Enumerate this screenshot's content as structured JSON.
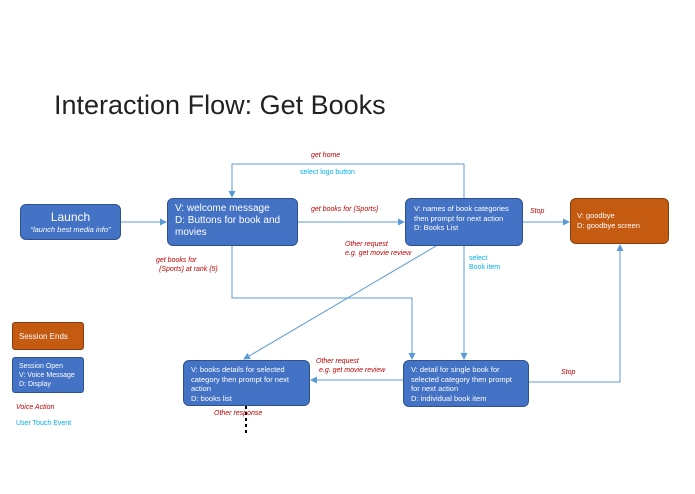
{
  "title": "Interaction Flow: Get Books",
  "nodes": {
    "launch": {
      "title": "Launch",
      "subtitle": "“launch best media info”"
    },
    "welcome": {
      "lines": [
        "V: welcome message",
        "D: Buttons for book and",
        "movies"
      ]
    },
    "names": {
      "lines": [
        "V: names of book  categories",
        "then prompt  for next action",
        "D: Books List"
      ]
    },
    "goodbye": {
      "lines": [
        "V: goodbye",
        "D: goodbye screen"
      ]
    },
    "books_details": {
      "lines": [
        "V: books  details for selected",
        "category then prompt  for next",
        "action",
        "D: books list"
      ]
    },
    "single": {
      "lines": [
        "V: detail for  single book for",
        "selected category then prompt",
        "for next action",
        "D: individual book  item"
      ]
    }
  },
  "edge_labels": {
    "get_home": "get home",
    "select_logo": "select logo button",
    "get_books_sports": "get books for  {Sports}",
    "stop_top": "Stop",
    "get_books_rank_1": "get books for",
    "get_books_rank_2": "{Sports} at rank {5}",
    "other_request_1_a": "Other request",
    "other_request_1_b": "e.g. get movie review",
    "select_book_a": "select",
    "select_book_b": "Book item",
    "other_request_2_a": "Other request",
    "other_request_2_b": "e.g. get movie review",
    "stop_bottom": "Stop",
    "other_response": "Other response"
  },
  "legend": {
    "session_ends": "Session Ends",
    "session_open": [
      "Session Open",
      "V: Voice Message",
      "D: Display"
    ],
    "voice_action": "Voice Action",
    "user_touch": "User Touch Event"
  },
  "colors": {
    "node_blue": "#4472c4",
    "node_orange": "#c55a11",
    "voice_action": "#c00000",
    "touch_event": "#00b0f0",
    "edge": "#5b9bd5"
  }
}
